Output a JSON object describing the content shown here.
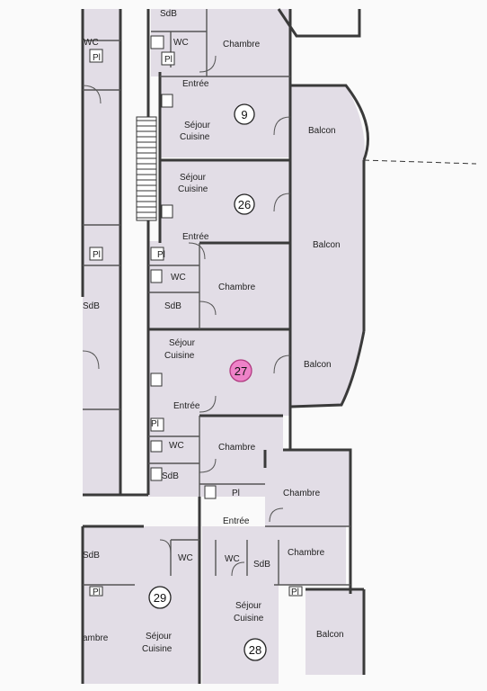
{
  "labels": {
    "sdb": "SdB",
    "wc": "WC",
    "chambre": "Chambre",
    "pl": "Pl",
    "entree": "Entrée",
    "sejour": "Séjour",
    "cuisine": "Cuisine",
    "balcon": "Balcon",
    "chambre_partial": "ambre"
  },
  "apartments": {
    "n9": "9",
    "n26": "26",
    "n27": "27",
    "n28": "28",
    "n29": "29"
  },
  "colors": {
    "room_fill": "#e2dde6",
    "highlight_fill": "#ee82c8",
    "wall": "#3a3a3a"
  }
}
